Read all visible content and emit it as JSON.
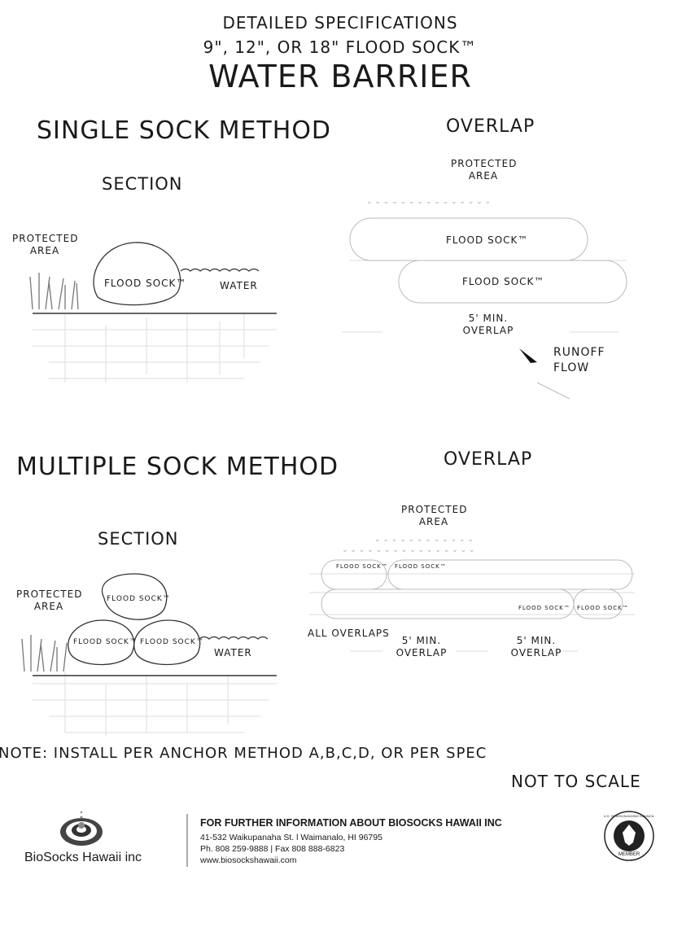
{
  "header": {
    "line1": "DETAILED SPECIFICATIONS",
    "line2": "9\", 12\", OR 18\" FLOOD SOCK™",
    "title": "WATER BARRIER"
  },
  "single": {
    "heading": "SINGLE SOCK METHOD",
    "section": "SECTION",
    "protected": [
      "PROTECTED",
      "AREA"
    ],
    "sock": "FLOOD SOCK™",
    "water": "WATER",
    "overlap": {
      "heading": "OVERLAP",
      "protected": [
        "PROTECTED",
        "AREA"
      ],
      "sock1": "FLOOD SOCK™",
      "sock2": "FLOOD SOCK™",
      "min": [
        "5' MIN.",
        "OVERLAP"
      ],
      "runoff": [
        "RUNOFF",
        "FLOW"
      ]
    }
  },
  "multiple": {
    "heading": "MULTIPLE SOCK METHOD",
    "section": "SECTION",
    "protected": [
      "PROTECTED",
      "AREA"
    ],
    "sock_top": "FLOOD SOCK™",
    "sock_left": "FLOOD SOCK™",
    "sock_right": "FLOOD SOCK™",
    "water": "WATER",
    "overlap": {
      "heading": "OVERLAP",
      "protected": [
        "PROTECTED",
        "AREA"
      ],
      "socks": [
        "FLOOD SOCK™",
        "FLOOD SOCK™",
        "FLOOD SOCK™",
        "FLOOD SOCK™"
      ],
      "all": "ALL OVERLAPS",
      "min1": [
        "5' MIN.",
        "OVERLAP"
      ],
      "min2": [
        "5' MIN.",
        "OVERLAP"
      ]
    }
  },
  "note": "NOTE: INSTALL PER ANCHOR METHOD A,B,C,D, OR PER SPEC",
  "scale": "NOT TO SCALE",
  "footer": {
    "company": "BioSocks Hawaii inc",
    "heading": "FOR FURTHER INFORMATION ABOUT BIOSOCKS HAWAII INC",
    "address": "41-532 Waikupanaha St. l Waimanalo, HI 96795",
    "phone": "Ph. 808 259-9888 | Fax 808 888-6823",
    "web": "www.biosockshawaii.com",
    "badge_top": "U.S. GREEN BUILDING COUNCIL",
    "badge_bottom": "MEMBER"
  }
}
